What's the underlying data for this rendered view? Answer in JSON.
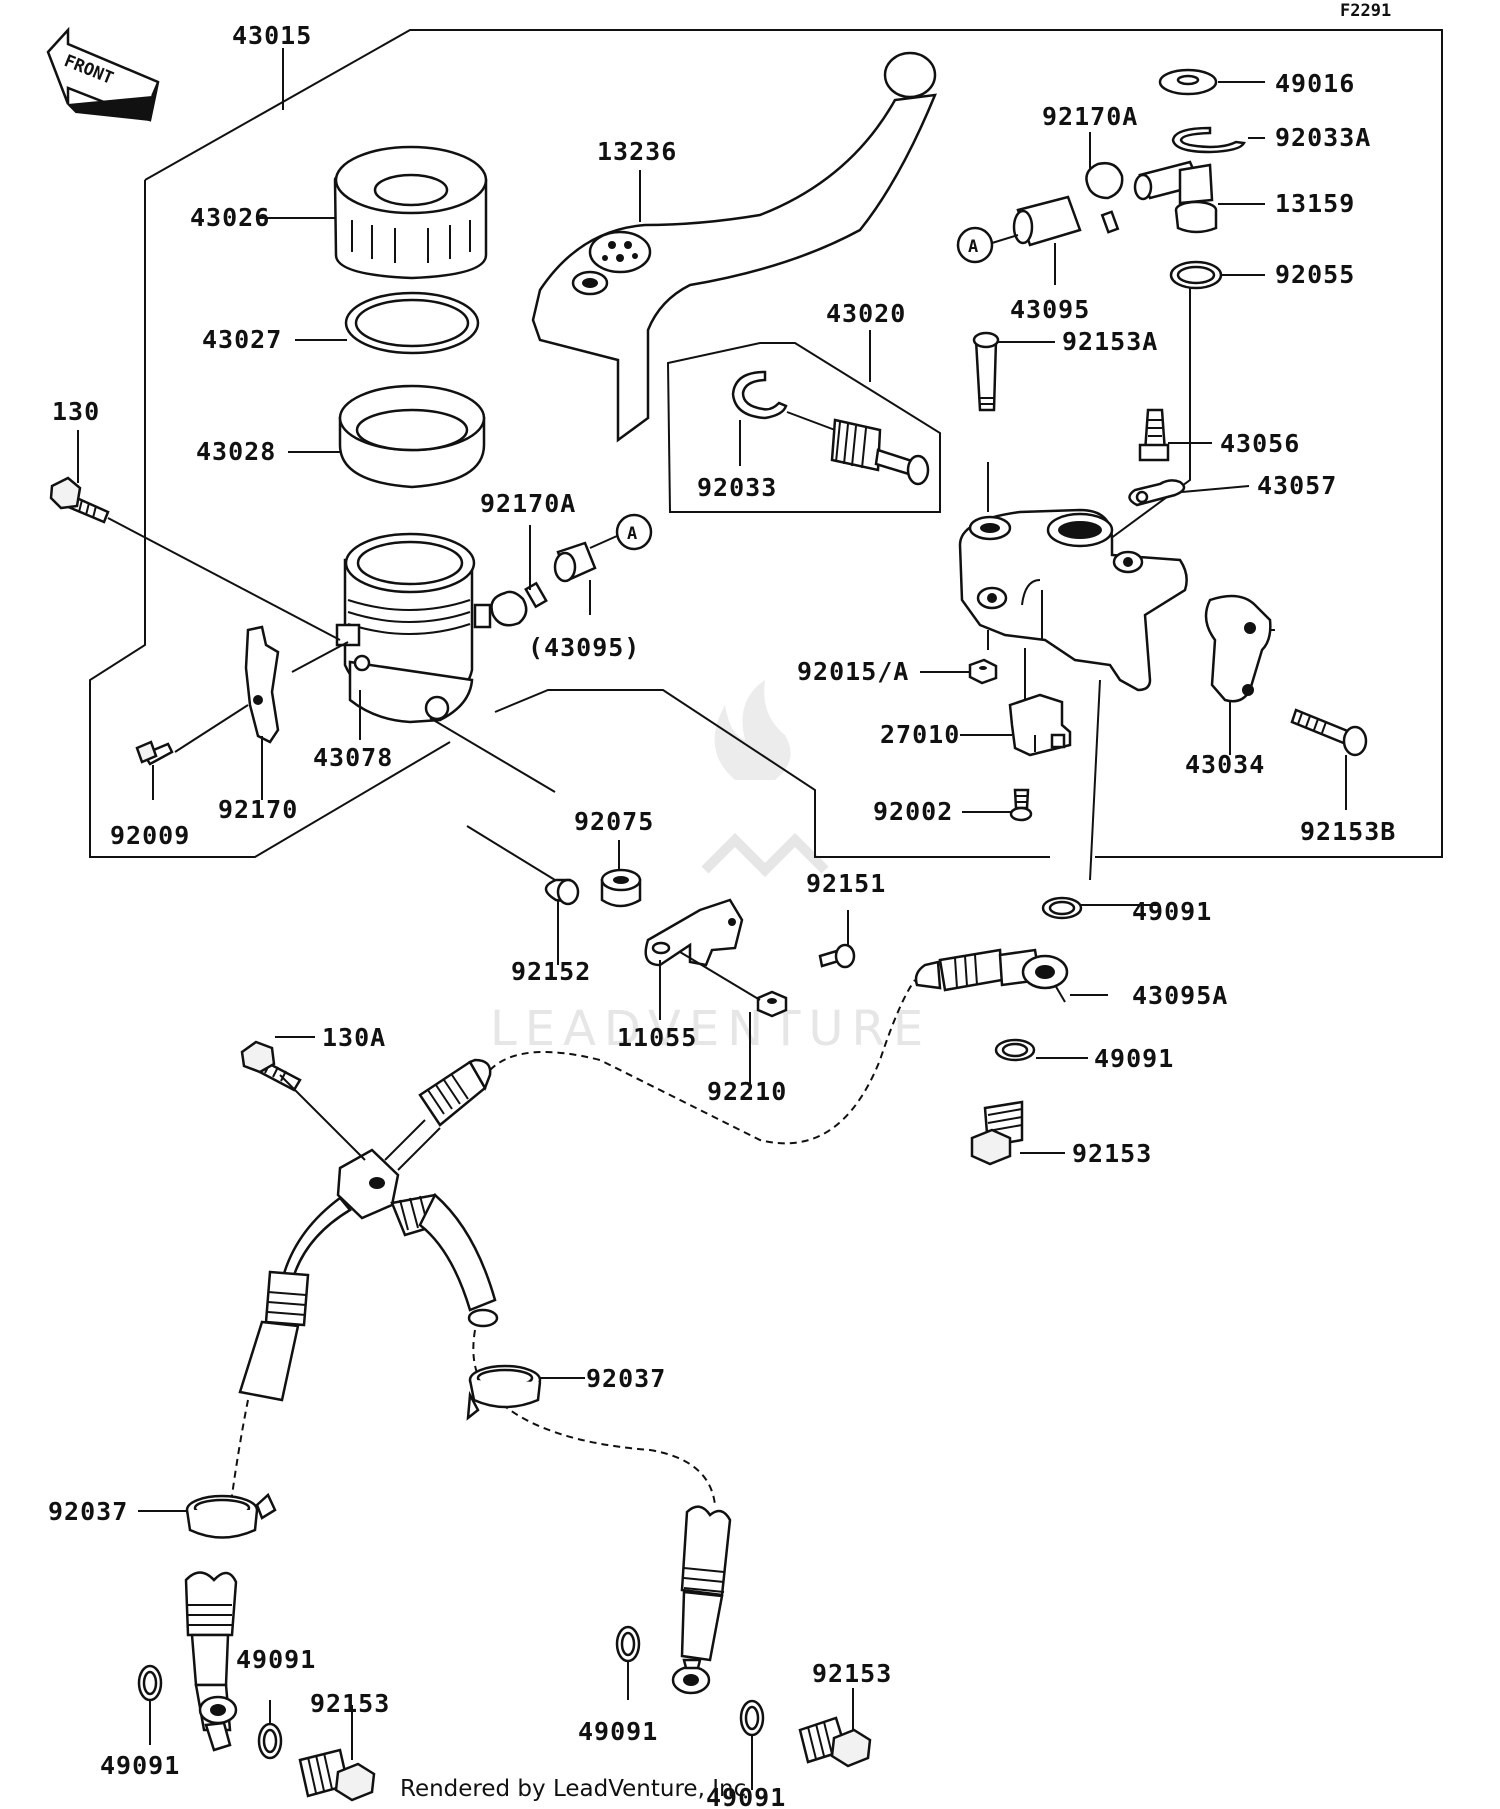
{
  "diagram": {
    "figure_code": "F2291",
    "front_label": "FRONT",
    "callout_marker": "A",
    "footer": "Rendered by LeadVenture, Inc.",
    "watermark": "LEADVENTURE",
    "parts": {
      "p43015": "43015",
      "p43026": "43026",
      "p43027": "43027",
      "p43028": "43028",
      "p130": "130",
      "p92170A_left": "92170A",
      "p43095_paren": "(43095)",
      "p43078": "43078",
      "p92009": "92009",
      "p92170": "92170",
      "p13236": "13236",
      "p43020": "43020",
      "p92033": "92033",
      "p92170A_right": "92170A",
      "p43095": "43095",
      "p49016": "49016",
      "p92033A": "92033A",
      "p13159": "13159",
      "p92055": "92055",
      "p92153A": "92153A",
      "p43056": "43056",
      "p43057": "43057",
      "p92015A": "92015/A",
      "p27010": "27010",
      "p92002": "92002",
      "p43034": "43034",
      "p92153B": "92153B",
      "p92075": "92075",
      "p92151": "92151",
      "p92152": "92152",
      "p11055": "11055",
      "p92210": "92210",
      "p49091_upper": "49091",
      "p43095A": "43095A",
      "p49091_mid": "49091",
      "p92153_mid": "92153",
      "p130A": "130A",
      "p92037_center": "92037",
      "p92037_left": "92037",
      "p49091_bl1": "49091",
      "p49091_bl2": "49091",
      "p92153_bl": "92153",
      "p49091_bc": "49091",
      "p49091_br": "49091",
      "p92153_br": "92153"
    }
  }
}
